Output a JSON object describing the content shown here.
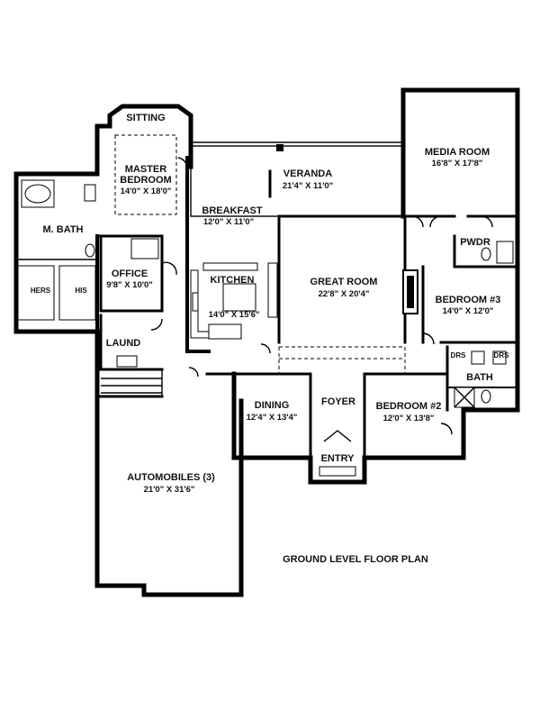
{
  "title": "GROUND LEVEL FLOOR PLAN",
  "rooms": {
    "sitting": {
      "name": "SITTING"
    },
    "master_bedroom": {
      "name1": "MASTER",
      "name2": "BEDROOM",
      "dim": "14'0\" X 18'0\""
    },
    "m_bath": {
      "name": "M. BATH"
    },
    "hers": {
      "name": "HERS"
    },
    "his": {
      "name": "HIS"
    },
    "office": {
      "name": "OFFICE",
      "dim": "9'8\" X 10'0\""
    },
    "laund": {
      "name": "LAUND"
    },
    "breakfast": {
      "name": "BREAKFAST",
      "dim": "12'0\" X 11'0\""
    },
    "kitchen": {
      "name": "KITCHEN",
      "dim": "14'0\" X 15'6\""
    },
    "veranda": {
      "name": "VERANDA",
      "dim": "21'4\" X 11'0\""
    },
    "great_room": {
      "name": "GREAT ROOM",
      "dim": "22'8\" X 20'4\""
    },
    "media_room": {
      "name": "MEDIA ROOM",
      "dim": "16'8\" X 17'8\""
    },
    "pwdr": {
      "name": "PWDR"
    },
    "bedroom3": {
      "name": "BEDROOM #3",
      "dim": "14'0\" X 12'0\""
    },
    "drs_left": {
      "name": "DRS"
    },
    "drs_right": {
      "name": "DRS"
    },
    "bath": {
      "name": "BATH"
    },
    "dining": {
      "name": "DINING",
      "dim": "12'4\" X 13'4\""
    },
    "foyer": {
      "name": "FOYER"
    },
    "entry": {
      "name": "ENTRY"
    },
    "bedroom2": {
      "name": "BEDROOM #2",
      "dim": "12'0\" X 13'8\""
    },
    "automobiles": {
      "name": "AUTOMOBILES (3)",
      "dim": "21'0\" X 31'6\""
    }
  }
}
